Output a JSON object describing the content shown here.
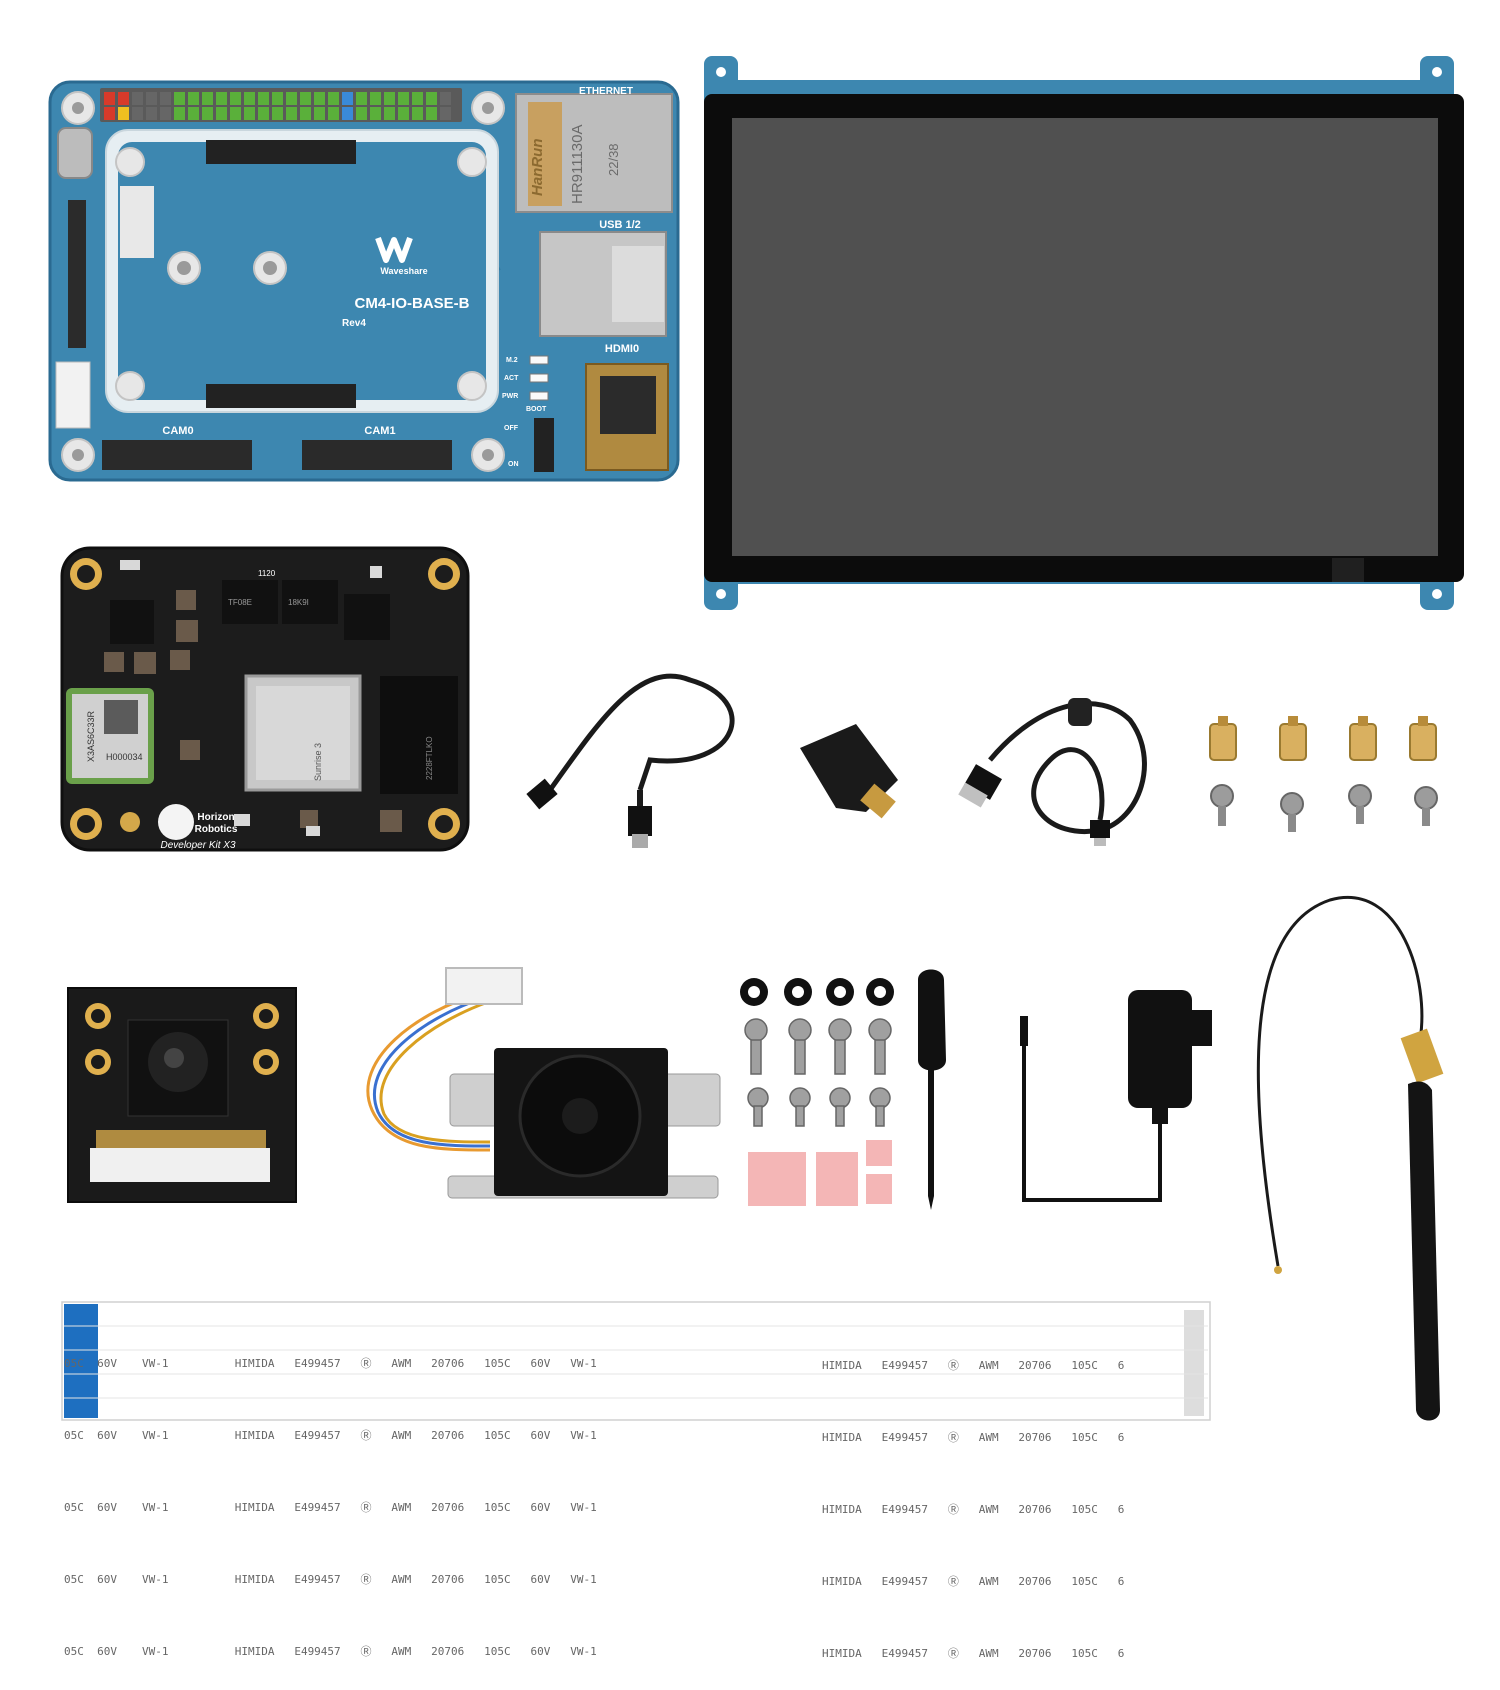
{
  "colors": {
    "pcb_blue": "#3d87b0",
    "pcb_blue_dark": "#2a6a91",
    "pcb_black": "#1c1c1c",
    "gold": "#d4a84a",
    "screen": "#505050",
    "bezel": "#0c0c0c",
    "pink_pad": "#f4b6b6",
    "ribbon_green": "#3d9a3d",
    "ribbon_text": "#666666"
  },
  "base_board": {
    "model": "CM4-IO-BASE-B",
    "rev": "Rev4",
    "brand": "Waveshare",
    "ethernet": "ETHERNET",
    "usb": "USB 1/2",
    "hdmi": "HDMI0",
    "cam0": "CAM0",
    "cam1": "CAM1",
    "led_m2": "M.2",
    "led_act": "ACT",
    "led_pwr": "PWR",
    "boot": "BOOT",
    "off": "OFF",
    "on": "ON",
    "rj45_brand": "HanRun",
    "rj45_part": "HR911130A",
    "rj45_date": "22/38"
  },
  "core_module": {
    "chip": "Sunrise 3",
    "brand_line1": "Horizon",
    "brand_line2": "Robotics",
    "kit": "Developer Kit X3",
    "wifi_code": "X3AS6C33R",
    "wifi_id": "H000034",
    "ic_mark": "TF08E",
    "ic_sub": "18K9I",
    "ram_mark": "2228FTLKO",
    "silk": "1120"
  },
  "ribbon": {
    "left_stub": "05C  60V",
    "row_text": "VW-1          HIMIDA   E499457   Ⓡ   AWM   20706   105C   60V   VW-1",
    "right_text": "HIMIDA   E499457   Ⓡ   AWM   20706   105C   6"
  },
  "accessories": [
    "lcd-display",
    "hdmi-cable",
    "hdmi-adapter",
    "usb-cable",
    "standoffs",
    "camera-module",
    "cooling-fan",
    "screws",
    "screwdriver",
    "power-adapter",
    "wifi-antenna",
    "ffc-cable"
  ]
}
